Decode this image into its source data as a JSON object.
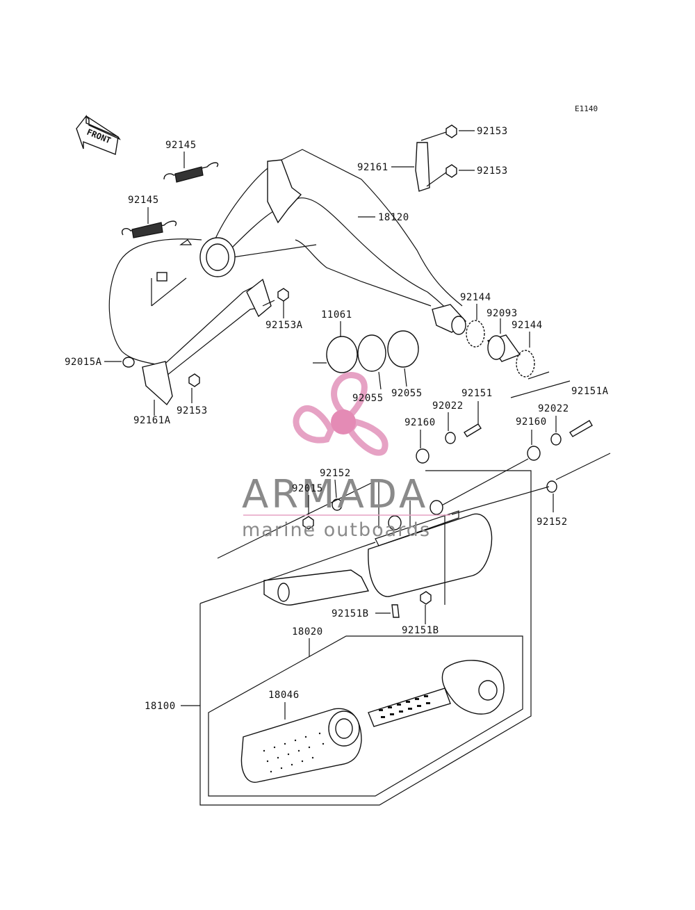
{
  "diagram_code": "E1140",
  "front_label": "FRONT",
  "watermark": {
    "brand": "ARMADA",
    "tagline": "marine outboards",
    "brand_color": "#8a8a8a",
    "logo_color": "#e6a2c4",
    "logo_center_color": "#e48bb5"
  },
  "part_labels": {
    "p92145_top": "92145",
    "p92145_mid": "92145",
    "p92153_r1": "92153",
    "p92153_r2": "92153",
    "p92161": "92161",
    "p18120": "18120",
    "p92153A": "92153A",
    "p11061": "11061",
    "p92144_1": "92144",
    "p92093": "92093",
    "p92144_2": "92144",
    "p92015A": "92015A",
    "p92153_l": "92153",
    "p92161A": "92161A",
    "p92055_1": "92055",
    "p92055_2": "92055",
    "p92151": "92151",
    "p92151A": "92151A",
    "p92022_1": "92022",
    "p92022_2": "92022",
    "p92160_1": "92160",
    "p92160_2": "92160",
    "p92152_1": "92152",
    "p92015": "92015",
    "p92152_2": "92152",
    "p92151B_1": "92151B",
    "p92151B_2": "92151B",
    "p18020": "18020",
    "p18100": "18100",
    "p18046": "18046"
  }
}
